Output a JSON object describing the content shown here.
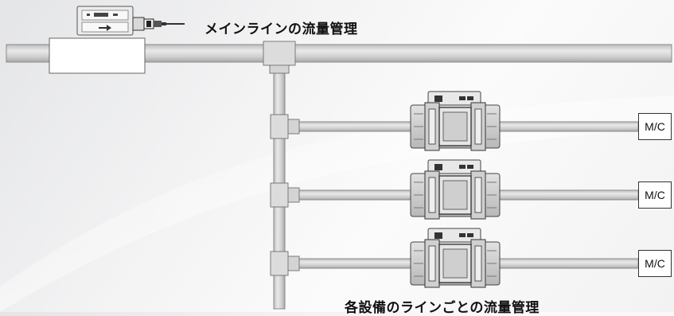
{
  "diagram": {
    "main_line_label": "メインラインの流量管理",
    "branch_label": "各設備のラインごとの流量管理",
    "machines": [
      {
        "label": "M/C"
      },
      {
        "label": "M/C"
      },
      {
        "label": "M/C"
      }
    ],
    "colors": {
      "pipe_fill": "#d6d6d6",
      "pipe_edge": "#8a8a8a",
      "sensor_fill": "#c9c9c9",
      "sensor_dark": "#3a3a3a"
    }
  }
}
